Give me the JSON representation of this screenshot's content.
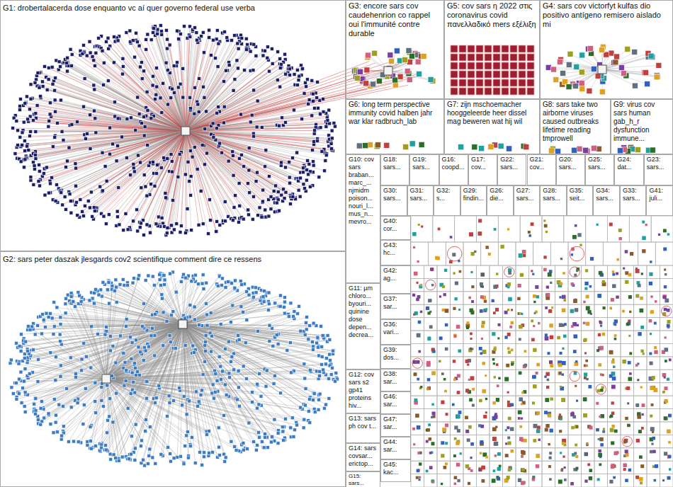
{
  "diagram": {
    "nodes": [
      {
        "text": [
          "G1: drobertalacerda dose enquanto vc aí quer governo federal use verba"
        ]
      },
      {
        "text": [
          "G2: sars peter daszak jlesgards cov2 scientifique comment dire ce ressens"
        ]
      },
      {
        "text": [
          "G3: encore sars cov caudehenrion co rappel oui l'immunité contre durable"
        ]
      },
      {
        "text": [
          "G5: cov sars η 2022 στις coronavirus covid πανελλαδικό mers εξέλιξη"
        ]
      },
      {
        "text": [
          "G4: sars cov victorfyt kulfas dio positivo antígeno remisero aislado mi"
        ]
      },
      {
        "text": [
          "G6: long term perspective immunity covid halben jahr war klar radbruch_lab"
        ]
      },
      {
        "text": [
          "G7: zijn mschoemacher hooggeleerde heer dissel mag beweren wat hij wil"
        ]
      },
      {
        "text": [
          "G8: sars take two airborne viruses caused outbreaks lifetime reading tmprowell"
        ]
      },
      {
        "text": [
          "G9: virus cov sars human gab_h_r dysfunction immune..."
        ]
      },
      {
        "text": [
          "G10: cov sars braban... marc_... njmidm poison... nouri_l... mus_n... mevro..."
        ]
      },
      {
        "text": [
          "G18: sars..."
        ]
      },
      {
        "text": [
          "G19: sars..."
        ]
      },
      {
        "text": [
          "G16: coopd..."
        ]
      },
      {
        "text": [
          "G17: cov..."
        ]
      },
      {
        "text": [
          "G22: sars..."
        ]
      },
      {
        "text": [
          "G21: cov..."
        ]
      },
      {
        "text": [
          "G20: sars..."
        ]
      },
      {
        "text": [
          "G25: sars..."
        ]
      },
      {
        "text": [
          "G24: dat..."
        ]
      },
      {
        "text": [
          "G23: sars..."
        ]
      },
      {
        "text": [
          "G30: sars..."
        ]
      },
      {
        "text": [
          "G31: sars..."
        ]
      },
      {
        "text": [
          "G32: s..."
        ]
      },
      {
        "text": [
          "G29: findin..."
        ]
      },
      {
        "text": [
          "G26: die..."
        ]
      },
      {
        "text": [
          "G27: sars..."
        ]
      },
      {
        "text": [
          "G28: sars..."
        ]
      },
      {
        "text": [
          "G35: seit..."
        ]
      },
      {
        "text": [
          "G34: sars..."
        ]
      },
      {
        "text": [
          "G33: sars..."
        ]
      },
      {
        "text": [
          "G41: juli..."
        ]
      },
      {
        "text": [
          "G11: µm chloro... byouri... quinine dose depen... decrea..."
        ]
      },
      {
        "text": [
          "G12: cov sars s2 gp41 proteins hiv..."
        ]
      },
      {
        "text": [
          "G13: sars ph cov t..."
        ]
      },
      {
        "text": [
          "G14: sars covsar... erictop..."
        ]
      },
      {
        "text": [
          "G15: sars..."
        ]
      },
      {
        "text": [
          "G40: cor..."
        ]
      },
      {
        "text": [
          "G43: hc..."
        ]
      },
      {
        "text": [
          "G42: ag..."
        ]
      },
      {
        "text": [
          "G37: sar..."
        ]
      },
      {
        "text": [
          "G36: vari..."
        ]
      },
      {
        "text": [
          "G39: dos..."
        ]
      },
      {
        "text": [
          "G38: sar..."
        ]
      },
      {
        "text": [
          "G46: sar..."
        ]
      },
      {
        "text": [
          "G47: sar..."
        ]
      },
      {
        "text": [
          "G44: sar..."
        ]
      },
      {
        "text": [
          "G45: kac..."
        ]
      }
    ]
  }
}
